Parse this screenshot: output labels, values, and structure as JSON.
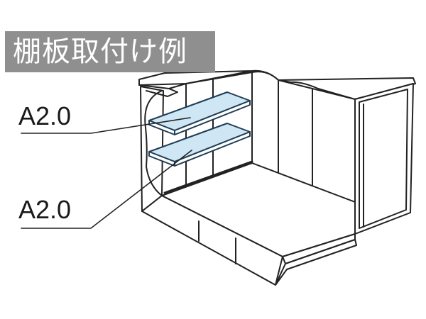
{
  "title": "棚板取付け例",
  "callouts": [
    {
      "label": "A2.0"
    },
    {
      "label": "A2.0"
    }
  ],
  "colors": {
    "title_background": "#8f8f8f",
    "title_text": "#ffffff",
    "line": "#222222",
    "shelf_fill": "#cfe6f4",
    "shelf_stroke": "#1f3d55"
  }
}
